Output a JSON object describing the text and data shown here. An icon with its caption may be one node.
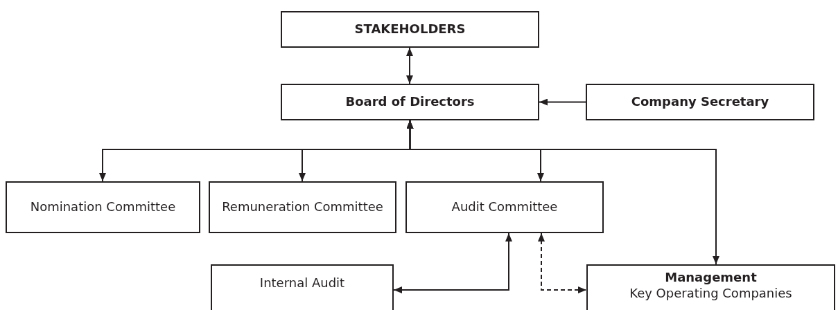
{
  "diagram": {
    "nodes": [
      {
        "text": [
          "STAKEHOLDERS"
        ]
      },
      {
        "text": [
          "Board of Directors"
        ]
      },
      {
        "text": [
          "Company Secretary"
        ]
      },
      {
        "text": [
          "Nomination Committee"
        ]
      },
      {
        "text": [
          "Remuneration Committee"
        ]
      },
      {
        "text": [
          "Audit Committee"
        ]
      },
      {
        "text": [
          "Internal Audit"
        ]
      },
      {
        "text": [
          "Management",
          "Key Operating Companies"
        ]
      }
    ],
    "edges": [
      {
        "from": 0,
        "to": 1,
        "arrow": "both"
      },
      {
        "from": 2,
        "to": 1,
        "arrow": "to"
      },
      {
        "from": 1,
        "to": 3,
        "arrow": "both"
      },
      {
        "from": 1,
        "to": 4,
        "arrow": "both"
      },
      {
        "from": 1,
        "to": 5,
        "arrow": "both"
      },
      {
        "from": 1,
        "to": 7,
        "arrow": "both"
      },
      {
        "from": 5,
        "to": 6,
        "arrow": "both"
      },
      {
        "from": 5,
        "to": 7,
        "arrow": "both",
        "style": "dashed"
      }
    ]
  }
}
